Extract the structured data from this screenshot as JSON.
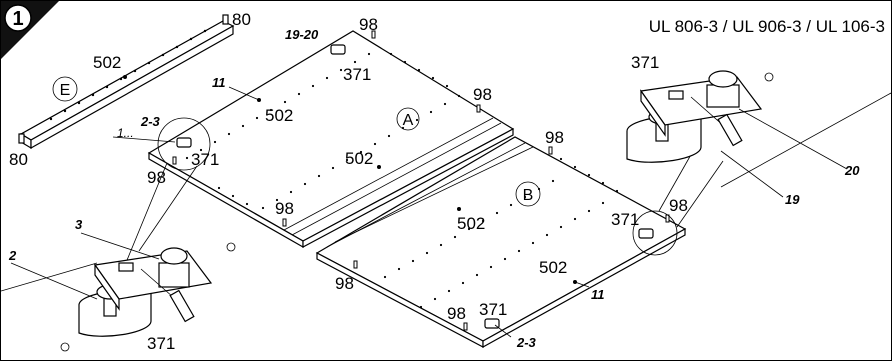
{
  "step": "1",
  "models": "UL 806-3 / UL 906-3 / UL 106-3",
  "parts": {
    "panel_a": "A",
    "panel_b": "B",
    "rail_e": "E"
  },
  "labels": {
    "n80_top": "80",
    "n80_bottom": "80",
    "n502_rail": "502",
    "n98_top": "98",
    "n19_20": "19-20",
    "n371_top": "371",
    "n11_a": "11",
    "n502_a1": "502",
    "n98_a_right": "98",
    "n2_3_left": "2-3",
    "n1_dots": "1...",
    "n371_left": "371",
    "n98_a_left": "98",
    "n502_a2": "502",
    "n98_b_top": "98",
    "n98_mid": "98",
    "n502_b1": "502",
    "n371_b_right": "371",
    "n98_b_right": "98",
    "n98_b_left": "98",
    "n502_b2": "502",
    "n11_b": "11",
    "n98_bottom": "98",
    "n371_bottom": "371",
    "n2_3_bottom": "2-3",
    "n371_detail_r": "371",
    "n20": "20",
    "n19": "19",
    "n3": "3",
    "n2": "2",
    "n371_detail_l": "371"
  }
}
